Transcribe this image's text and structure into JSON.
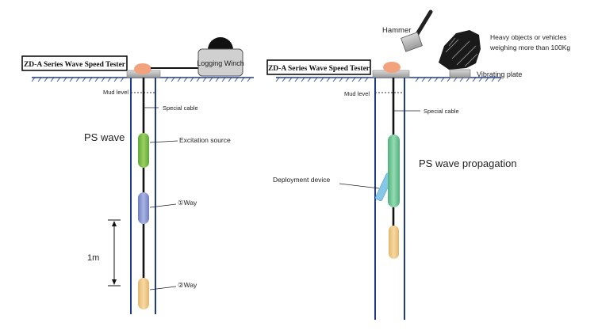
{
  "left_panel": {
    "tester_label": "ZD-A Series Wave Speed Tester",
    "winch_label": "Logging Winch",
    "mud_level": "Mud level",
    "special_cable": "Special cable",
    "wave_title": "PS wave",
    "excitation_source": "Excitation source",
    "way1": "①Way",
    "way2": "②Way",
    "spacing": "1m"
  },
  "right_panel": {
    "tester_label": "ZD-A Series Wave Speed Tester",
    "hammer": "Hammer",
    "heavy_objects_line1": "Heavy objects or vehicles",
    "heavy_objects_line2": "weighing more than 100Kg",
    "vibrating_plate": "Vibrating plate",
    "mud_level": "Mud level",
    "special_cable": "Special cable",
    "wave_title": "PS wave propagation",
    "deployment_device": "Deployment device"
  },
  "colors": {
    "borehole": "#1f3b8f",
    "ground": "#1f3b8f",
    "cable": "#111111",
    "excitation": "#86c04a",
    "way1_probe": "#8f9fd3",
    "way2_probe": "#f2cc8a",
    "tester_knob": "#f3a27e",
    "right_source": "#77c99a",
    "deployment": "#86c6e8"
  }
}
